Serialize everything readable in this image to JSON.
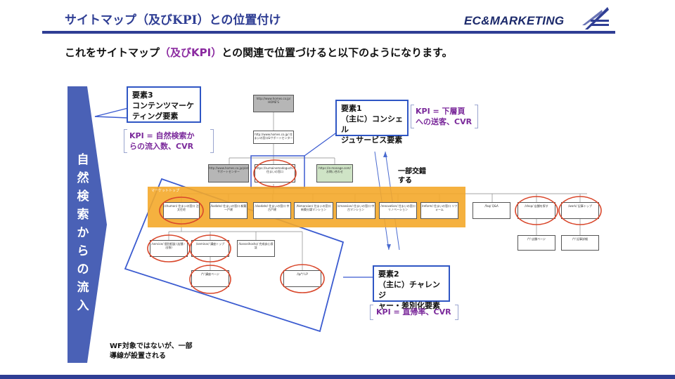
{
  "header": {
    "title": "サイトマップ（及びKPI）との位置付け",
    "logo": "EC&MARKETING",
    "subtitle_before": "これをサイトマップ",
    "subtitle_highlight": "（及びKPI）",
    "subtitle_after": "との関連で位置づけると以下のようになります。"
  },
  "side_label": "自然検索からの流入",
  "sitemap": {
    "band_label": "マーケットトップ",
    "top_node": "http://www.homes.co.jp/ HOME'S",
    "second_node": "http://www.homes.co.jp/ 住まいの窓口&サポートセンター",
    "left_gray": "http://www.homes.co.jp/platform/ サポートセンター",
    "center_node": "https://sumainomadoguchi.homes.jp/ 住まいの窓口",
    "right_green": "https://e-manage.com/ お問い合わせ",
    "band_nodes": [
      "/chumon/ 住まいの窓口 注文住宅",
      "/kodate/ 住まいの窓口 新築一戸建",
      "/ckodate/ 住まいの窓口 中古戸建",
      "/tkmansion/ 住まいの窓口 新築分譲マンション",
      "/cmansion/ 住まいの窓口 中古マンション",
      "/renovation/ 住まいの窓口 リノベーション",
      "/reform/ 住まいの窓口 リフォーム"
    ],
    "right_nodes": [
      "/faq/ Q&A",
      "/shop/ 店舗を探す",
      "/work/ 記事トップ"
    ],
    "right_children": [
      "/*/ 店舗ページ",
      "/*/ 記事詳細"
    ],
    "sub_nodes": [
      "/service/ 個別相談 (店舗・出張)",
      "/seminar/ 講座トップ",
      "/kanseihosho/ 完成安心保証"
    ],
    "lower_nodes": [
      "/*/ 講座ページ",
      "/lp/*/ LP"
    ]
  },
  "callouts": {
    "c3_title": "要素3",
    "c3_line1": "コンテンツマーケ",
    "c3_line2": "ティング要素",
    "c1_title": "要素1",
    "c1_line1": "（主に）コンシェル",
    "c1_line2": "ジュサービス要素",
    "c2_title": "要素2",
    "c2_line1": "（主に）チャレンジ",
    "c2_line2": "ャー・差別化要素"
  },
  "kpis": {
    "k3_line1": "KPI = 自然検索か",
    "k3_line2": "らの流入数、CVR",
    "k1_line1": "KPI = 下層頁",
    "k1_line2": "への送客、CVR",
    "k2": "KPI = 直帰率、CVR"
  },
  "cross_label_1": "一部交錯",
  "cross_label_2": "する",
  "bottom_note_1": "WF対象ではないが、一部",
  "bottom_note_2": "導線が設置される",
  "colors": {
    "accent": "#2f3e94",
    "band": "#f4a82a",
    "circle": "#d9472b",
    "callout_border": "#2f56c4",
    "kpi": "#7b2a9b"
  }
}
